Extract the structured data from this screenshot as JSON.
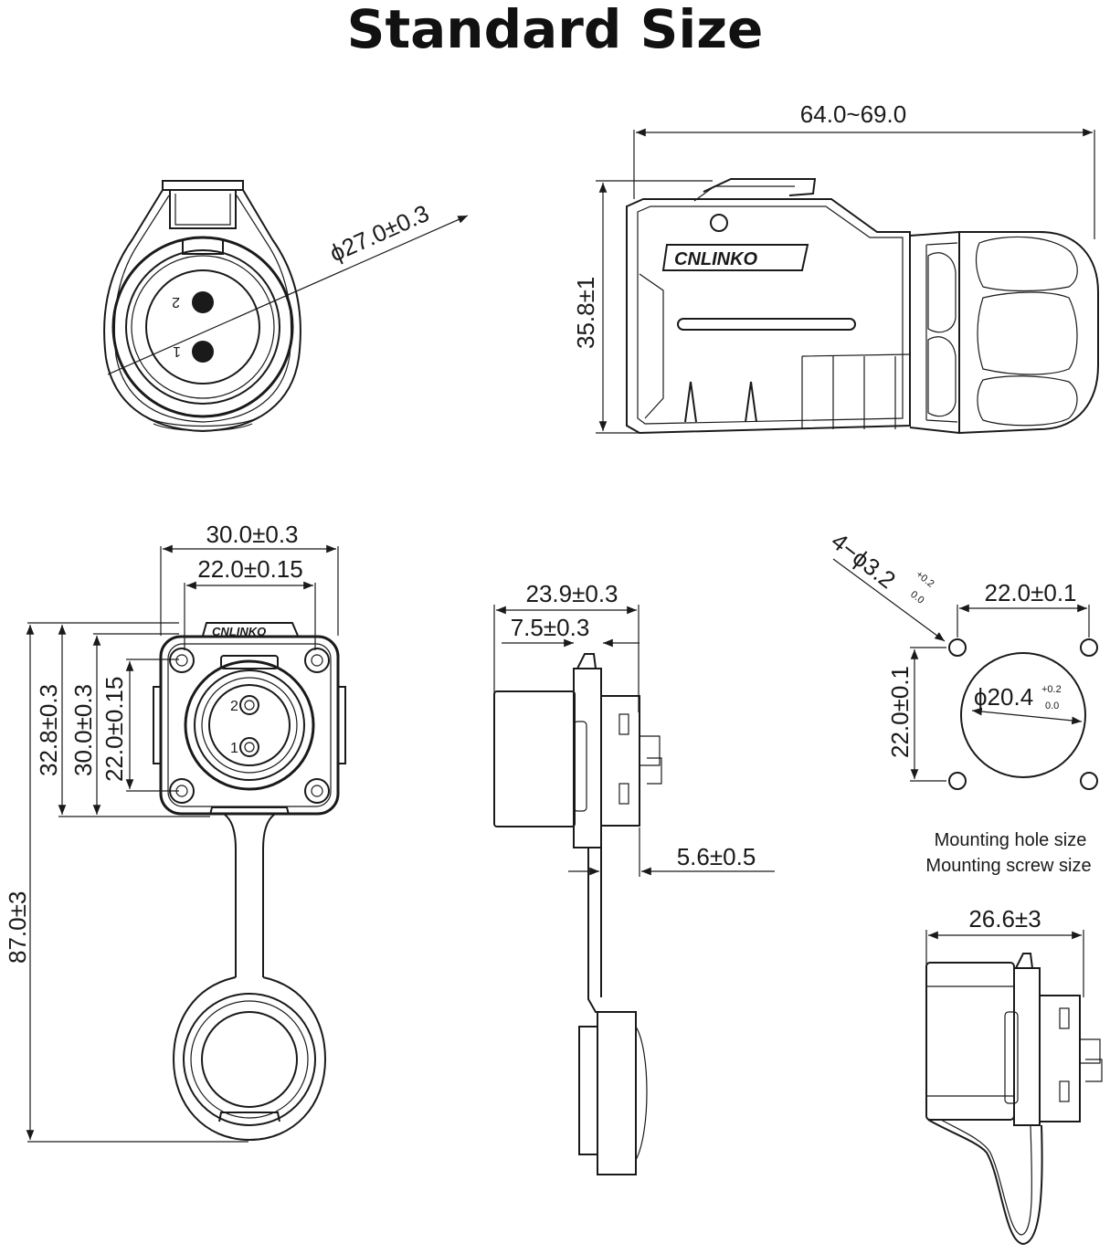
{
  "title": "Standard Size",
  "brand": "CNLINKO",
  "plug_views": {
    "diameter": "ϕ27.0±0.3",
    "length": "64.0~69.0",
    "height": "35.8±1",
    "pin_labels": [
      "2",
      "1"
    ]
  },
  "socket_front": {
    "flange_width": "30.0±0.3",
    "hole_spacing_h": "22.0±0.15",
    "flange_height": "32.8±0.3",
    "body_height": "30.0±0.3",
    "hole_spacing_v": "22.0±0.15",
    "total_length": "87.0±3",
    "pin_labels": [
      "2",
      "1"
    ]
  },
  "socket_side": {
    "depth": "23.9±0.3",
    "front_depth": "7.5±0.3",
    "panel_thickness": "5.6±0.5"
  },
  "mounting": {
    "holes": "4−ϕ3.2",
    "holes_tol_upper": "+0.2",
    "holes_tol_lower": "0.0",
    "spacing_h": "22.0±0.1",
    "spacing_v": "22.0±0.1",
    "cutout": "ϕ20.4",
    "cutout_tol_upper": "+0.2",
    "cutout_tol_lower": "0.0",
    "note_hole": "Mounting hole size",
    "note_screw": "Mounting screw size"
  },
  "cap_side": {
    "depth": "26.6±3"
  }
}
